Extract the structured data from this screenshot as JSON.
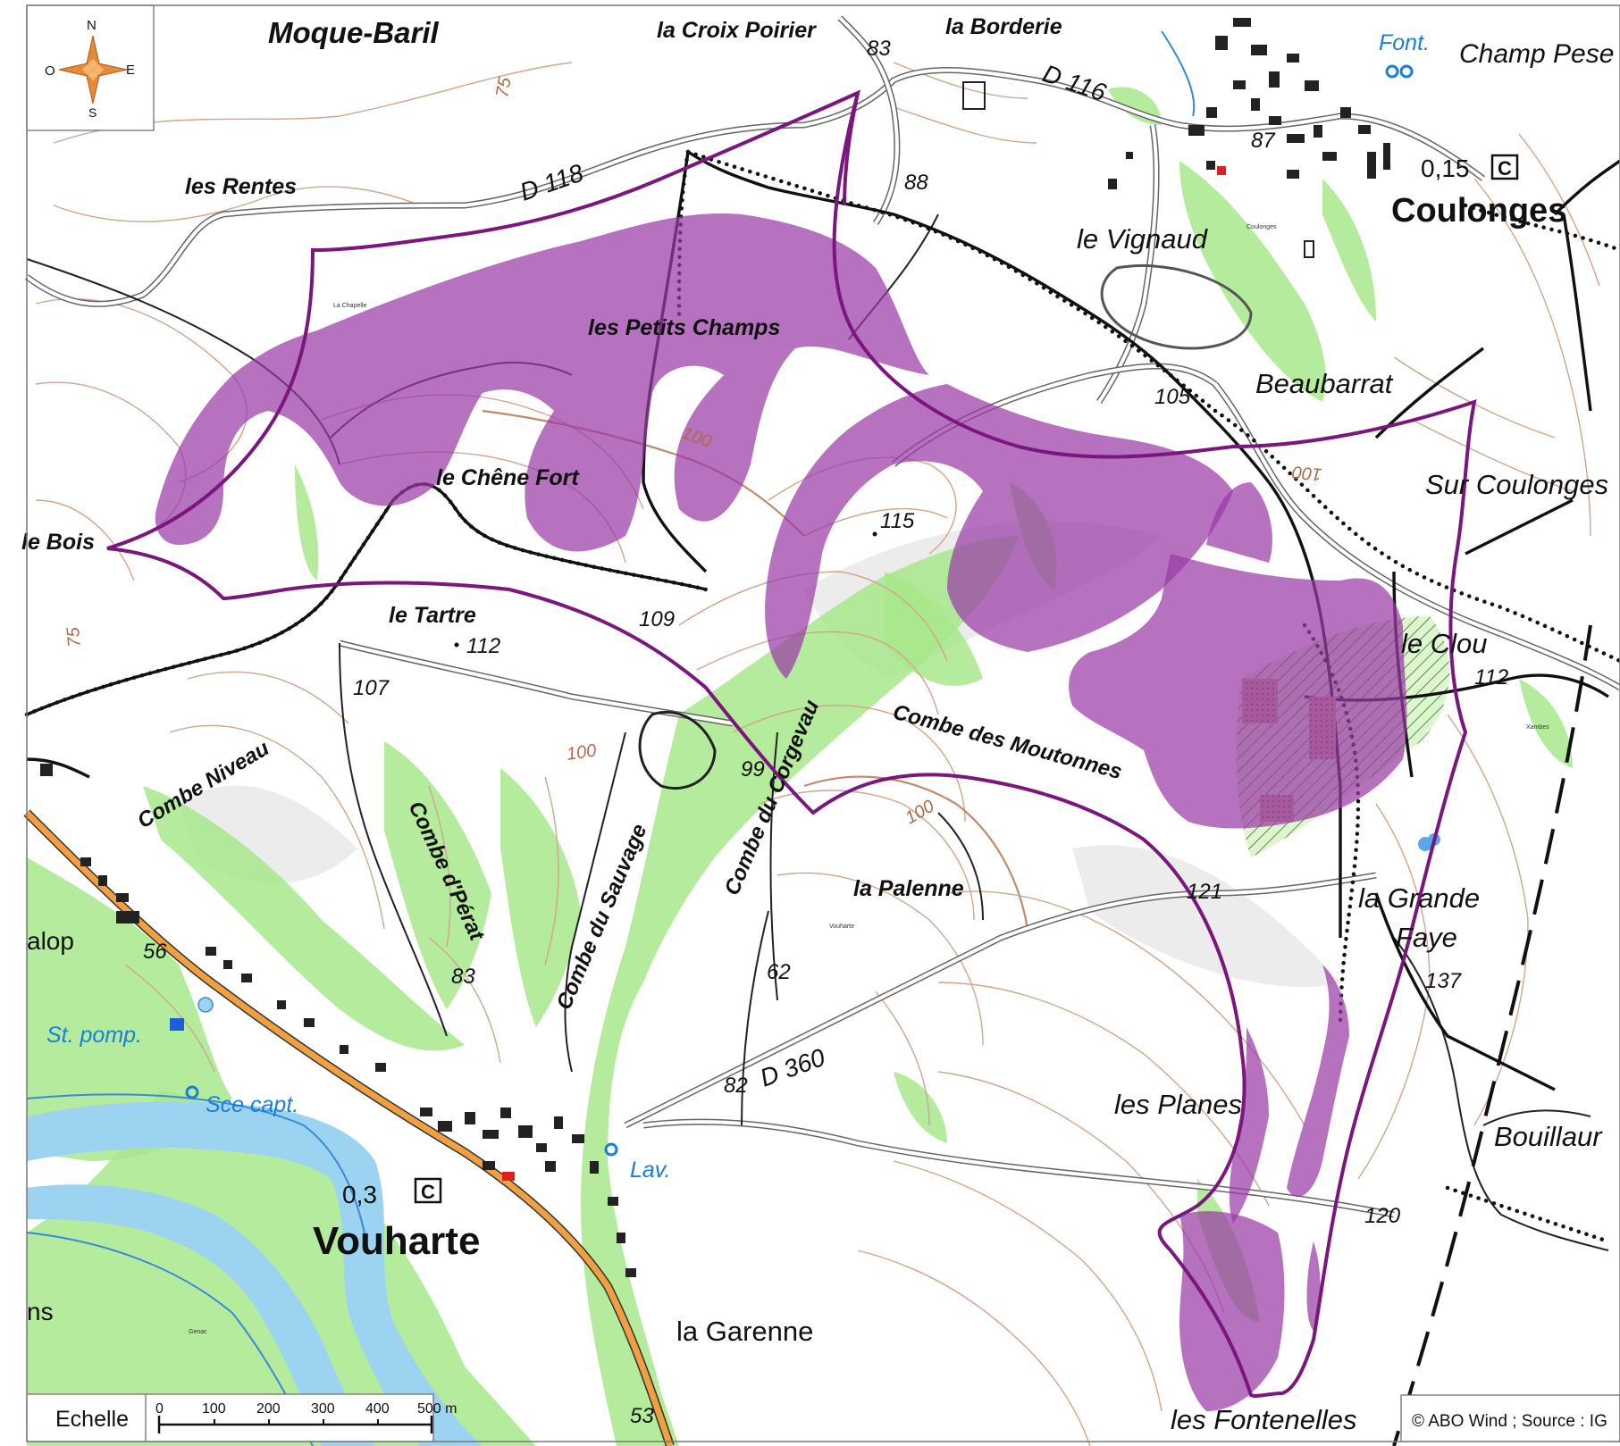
{
  "compass": {
    "north": "N",
    "south": "S",
    "east": "E",
    "west": "O",
    "icon": "compass-rose-icon"
  },
  "colors": {
    "zone_outline": "#7a167d",
    "sensitive_area": "#9a3aa6",
    "vegetation": "#a8e88c",
    "water": "#9cd3f0",
    "main_road": "#f0a040",
    "contour": "#d1a48c"
  },
  "places": {
    "moque_baril": "Moque-Baril",
    "croix_poirier": "la Croix Poirier",
    "borderie": "la Borderie",
    "champ_pes": "Champ Pese",
    "rentes": "les Rentes",
    "coulonges": "Coulonges",
    "vignaud": "le Vignaud",
    "petits_champs": "les Petits Champs",
    "beaubarrat": "Beaubarrat",
    "chene_fort": "le Chêne Fort",
    "sur_coulonges": "Sur Coulonges",
    "bois": "le Bois",
    "tartre": "le Tartre",
    "clou": "le Clou",
    "combe_niveau": "Combe Niveau",
    "combe_moutonnes": "Combe des Moutonnes",
    "combe_corgevau": "Combe du Corgevau",
    "combe_perat": "Combe d'Pérat",
    "combe_sauvage": "Combe du Sauvage",
    "palenne": "la Palenne",
    "grande_faye_1": "la Grande",
    "grande_faye_2": "Faye",
    "alop": "alop",
    "vouharte": "Vouharte",
    "planes": "les Planes",
    "bouillaur": "Bouillaur",
    "garenne": "la Garenne",
    "ns": "ns",
    "fontenelles": "les Fontenelles"
  },
  "roads": {
    "d116": "D 116",
    "d118": "D 118",
    "d360": "D 360"
  },
  "water_labels": {
    "font": "Font.",
    "st_pomp": "St. pomp.",
    "sce_capt": "Sce capt.",
    "lav": "Lav."
  },
  "altitudes": {
    "a83_top": "83",
    "a87": "87",
    "a88": "88",
    "a105": "105",
    "a115": "115",
    "a109": "109",
    "a112_tartre": "112",
    "a112_clou": "112",
    "a107": "107",
    "a99": "99",
    "a121": "121",
    "a137": "137",
    "a56": "56",
    "a83_perat": "83",
    "a62": "62",
    "a82": "82",
    "a120": "120",
    "a53": "53"
  },
  "contour_labels": {
    "c75_top": "75",
    "c100_a": "100",
    "c100_b": "100",
    "c100_c": "100",
    "c100_d": "100",
    "c75_left": "75"
  },
  "small_labels": {
    "la_chapelle": "La Chapelle",
    "coulonges_small": "Coulonges",
    "xambes": "Xambes",
    "vouharte_small": "Vouharte",
    "genac": "Genac"
  },
  "commune_badges": {
    "coulonges_area": "0,15",
    "coulonges_mark": "C",
    "vouharte_area": "0,3",
    "vouharte_mark": "C"
  },
  "scale": {
    "title": "Echelle",
    "ticks": [
      "0",
      "100",
      "200",
      "300",
      "400",
      "500 m"
    ]
  },
  "copyright": "© ABO Wind ; Source : IG"
}
